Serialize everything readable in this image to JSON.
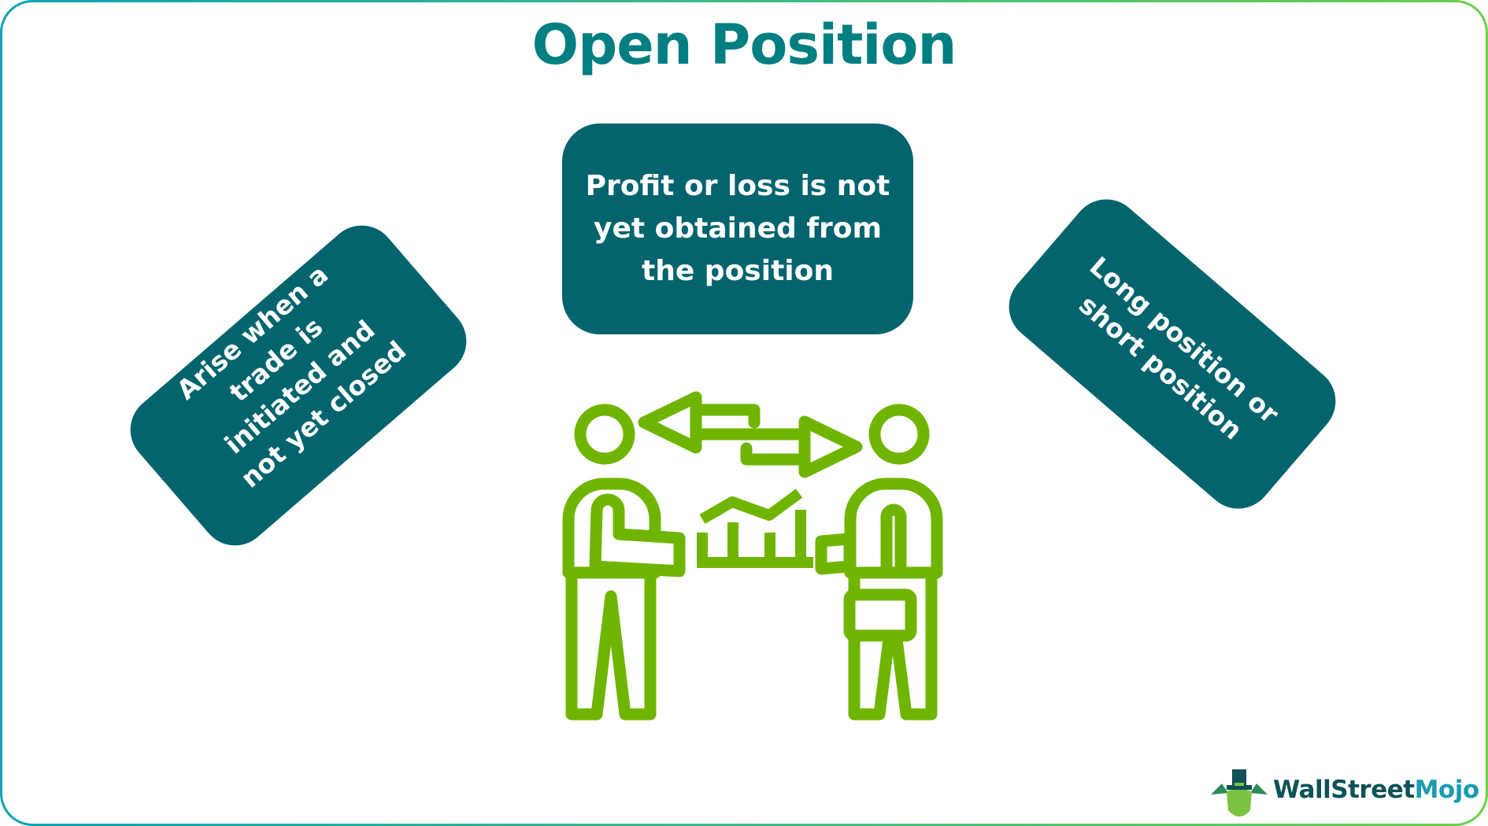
{
  "title": "Open Position",
  "cards": {
    "left": {
      "text": "Arise when a trade is initiated and not yet closed",
      "rotation_deg": -40.8
    },
    "center": {
      "text": "Profit or loss is not yet obtained from the position",
      "rotation_deg": 0
    },
    "right": {
      "text": "Long position or short position",
      "rotation_deg": 40.7
    }
  },
  "illustration": {
    "icon": "two-traders-exchange-chart-icon",
    "color": "#6FB500"
  },
  "logo": {
    "icon": "bull-top-hat-logo-icon",
    "text_part1": "WallStreet",
    "text_part2": "Mojo",
    "color_part1": "#0E5156",
    "color_part2": "#1A9BB0"
  },
  "colors": {
    "title": "#007F82",
    "card_bg": "#03646E",
    "card_text": "#FFFFFF",
    "border_start": "#0AA3B5",
    "border_end": "#6BD04A"
  }
}
